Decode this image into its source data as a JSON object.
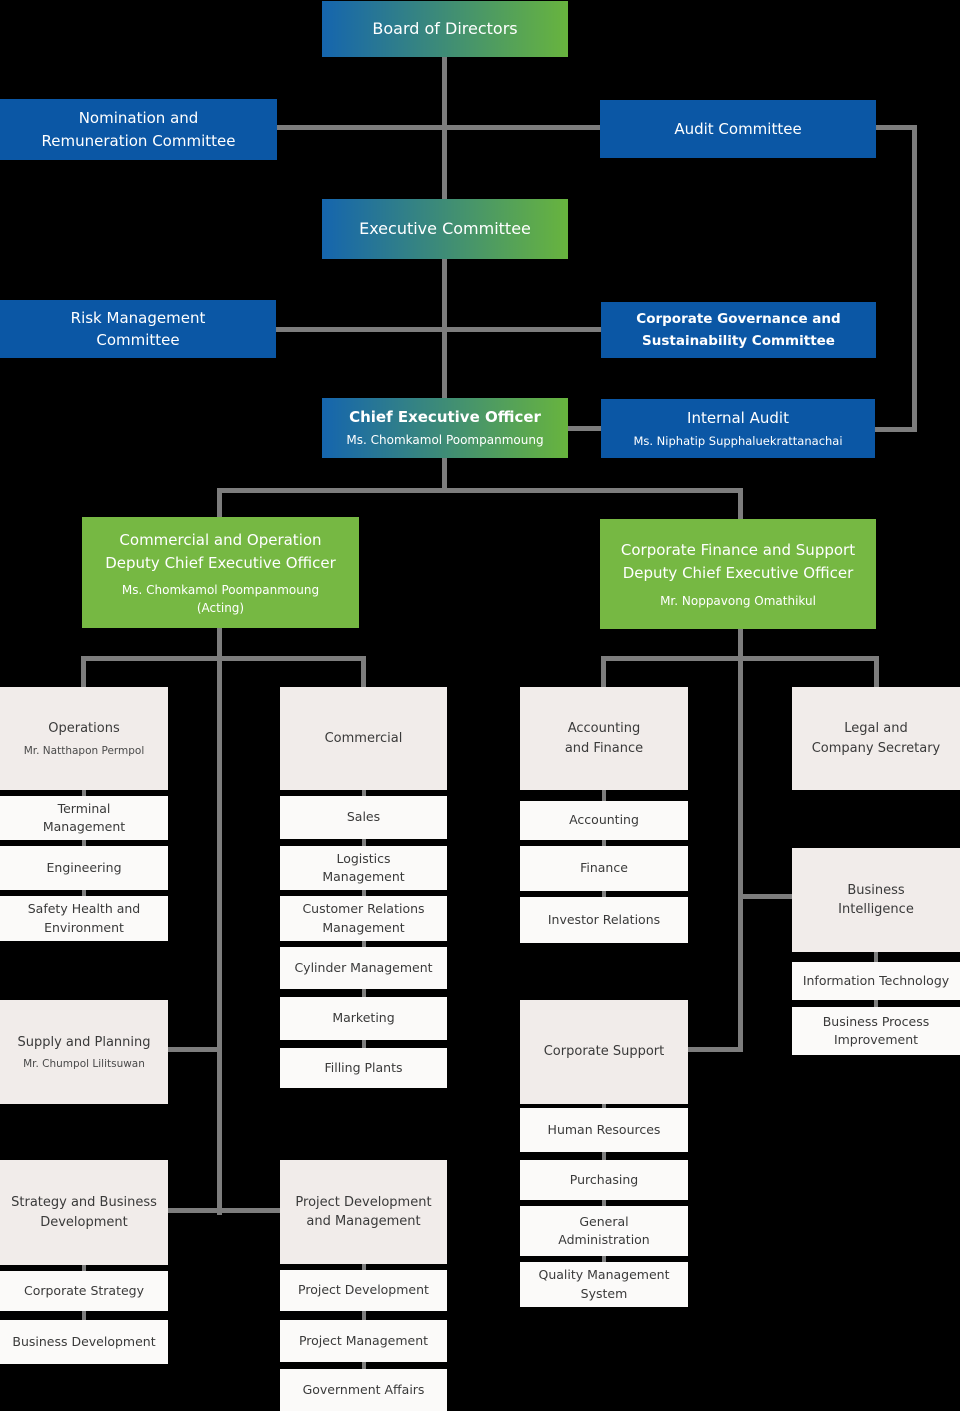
{
  "colors": {
    "background": "#000000",
    "committee_blue": "#0b57a5",
    "gradient_blue": "#1565ae",
    "gradient_green": "#68b43e",
    "executive_green": "#76b843",
    "department_header_bg": "#f1ecea",
    "department_item_bg": "#fbfaf9",
    "connector_gray": "#7d7d7d",
    "text_light": "#ffffff",
    "text_dark": "#3a3a3a"
  },
  "nodes": {
    "board": {
      "label": "Board of Directors"
    },
    "nomination_committee": {
      "label": "Nomination and\nRemuneration Committee"
    },
    "audit_committee": {
      "label": "Audit Committee"
    },
    "executive_committee": {
      "label": "Executive Committee"
    },
    "risk_committee": {
      "label": "Risk Management\nCommittee"
    },
    "governance_committee": {
      "label": "Corporate Governance and\nSustainability Committee"
    },
    "ceo": {
      "label": "Chief Executive Officer",
      "person": "Ms. Chomkamol Poompanmoung"
    },
    "internal_audit": {
      "label": "Internal Audit",
      "person": "Ms. Niphatip Supphaluekrattanachai"
    },
    "dceo_commercial_operation": {
      "label": "Commercial and Operation\nDeputy Chief Executive Officer",
      "person": "Ms. Chomkamol Poompanmoung",
      "note": "(Acting)"
    },
    "dceo_corporate_finance": {
      "label": "Corporate Finance and Support\nDeputy Chief Executive Officer",
      "person": "Mr. Noppavong Omathikul"
    },
    "operations": {
      "label": "Operations",
      "person": "Mr. Natthapon Permpol"
    },
    "terminal_management": {
      "label": "Terminal\nManagement"
    },
    "engineering": {
      "label": "Engineering"
    },
    "safety_health_environment": {
      "label": "Safety Health and\nEnvironment"
    },
    "supply_and_planning": {
      "label": "Supply and Planning",
      "person": "Mr. Chumpol Lilitsuwan"
    },
    "strategy_business_development": {
      "label": "Strategy and Business\nDevelopment"
    },
    "corporate_strategy": {
      "label": "Corporate Strategy"
    },
    "business_development": {
      "label": "Business Development"
    },
    "commercial": {
      "label": "Commercial"
    },
    "sales": {
      "label": "Sales"
    },
    "logistics_management": {
      "label": "Logistics\nManagement"
    },
    "customer_relations_management": {
      "label": "Customer Relations\nManagement"
    },
    "cylinder_management": {
      "label": "Cylinder Management"
    },
    "marketing": {
      "label": "Marketing"
    },
    "filling_plants": {
      "label": "Filling Plants"
    },
    "project_development_and_management": {
      "label": "Project Development\nand Management"
    },
    "project_development": {
      "label": "Project Development"
    },
    "project_management": {
      "label": "Project Management"
    },
    "government_affairs": {
      "label": "Government Affairs"
    },
    "accounting_and_finance": {
      "label": "Accounting\nand Finance"
    },
    "accounting": {
      "label": "Accounting"
    },
    "finance": {
      "label": "Finance"
    },
    "investor_relations": {
      "label": "Investor Relations"
    },
    "corporate_support": {
      "label": "Corporate Support"
    },
    "human_resources": {
      "label": "Human Resources"
    },
    "purchasing": {
      "label": "Purchasing"
    },
    "general_administration": {
      "label": "General\nAdministration"
    },
    "quality_management_system": {
      "label": "Quality Management\nSystem"
    },
    "legal_and_company_secretary": {
      "label": "Legal and\nCompany Secretary"
    },
    "business_intelligence": {
      "label": "Business\nIntelligence"
    },
    "information_technology": {
      "label": "Information Technology"
    },
    "business_process_improvement": {
      "label": "Business Process\nImprovement"
    }
  }
}
